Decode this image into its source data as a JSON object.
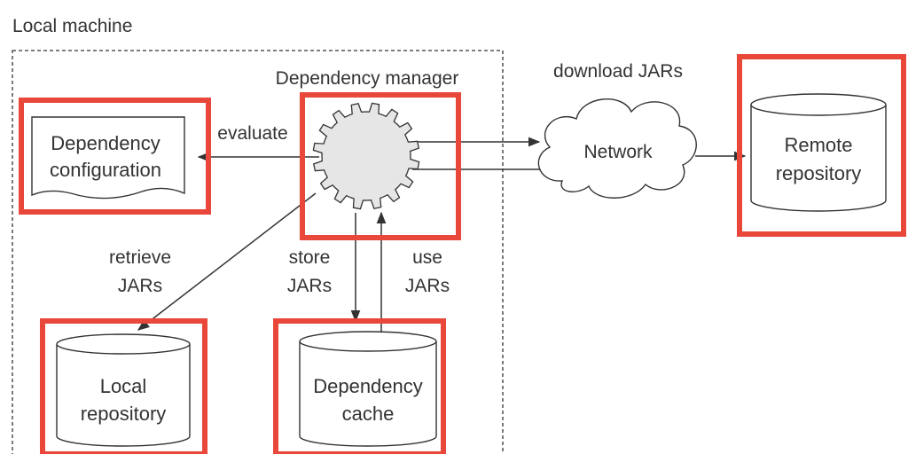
{
  "section_title": "Local machine",
  "highlight_color": "#e8473a",
  "nodes": {
    "dependency_manager": {
      "label": "Dependency manager",
      "icon": "gear-icon"
    },
    "dependency_configuration": {
      "lines": [
        "Dependency",
        "configuration"
      ],
      "icon": "document-icon"
    },
    "network": {
      "label": "Network",
      "icon": "cloud-icon"
    },
    "remote_repository": {
      "lines": [
        "Remote",
        "repository"
      ],
      "icon": "database-icon"
    },
    "local_repository": {
      "lines": [
        "Local",
        "repository"
      ],
      "icon": "database-icon"
    },
    "dependency_cache": {
      "lines": [
        "Dependency",
        "cache"
      ],
      "icon": "database-icon"
    }
  },
  "edges": {
    "evaluate": "evaluate",
    "download_jars": "download JARs",
    "retrieve_jars": [
      "retrieve",
      "JARs"
    ],
    "store_jars": [
      "store",
      "JARs"
    ],
    "use_jars": [
      "use",
      "JARs"
    ]
  }
}
